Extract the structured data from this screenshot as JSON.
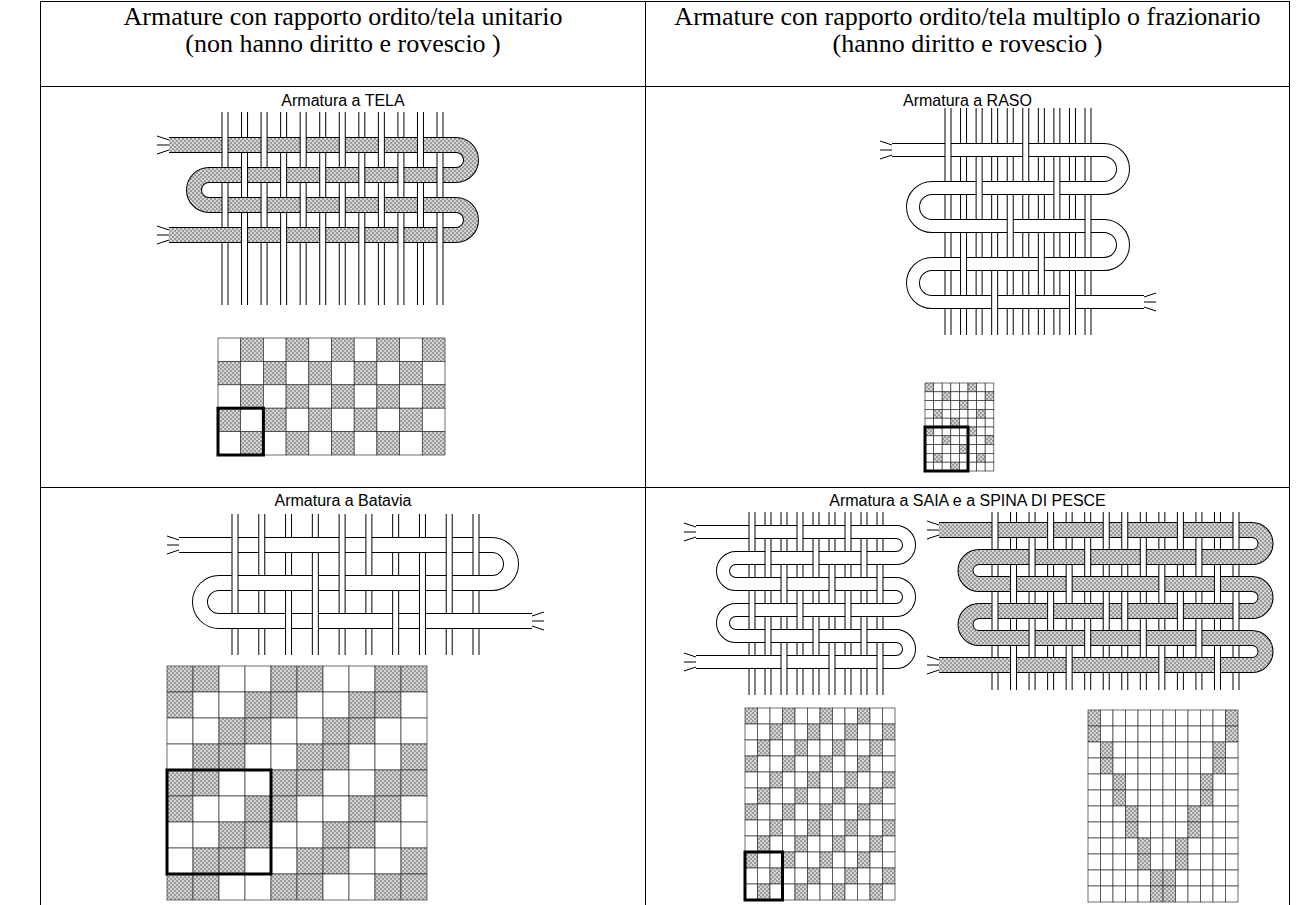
{
  "diagram": {
    "labels": [
      "Armature con rapporto ordito/tela unitario",
      "(non hanno diritto e rovescio )",
      "Armature con rapporto ordito/tela multiplo o frazionario",
      "(hanno diritto e rovescio )",
      "Armatura a TELA",
      "Armatura a RASO",
      "Armatura a Batavia",
      "Armatura a SAIA e a SPINA DI PESCE"
    ]
  }
}
